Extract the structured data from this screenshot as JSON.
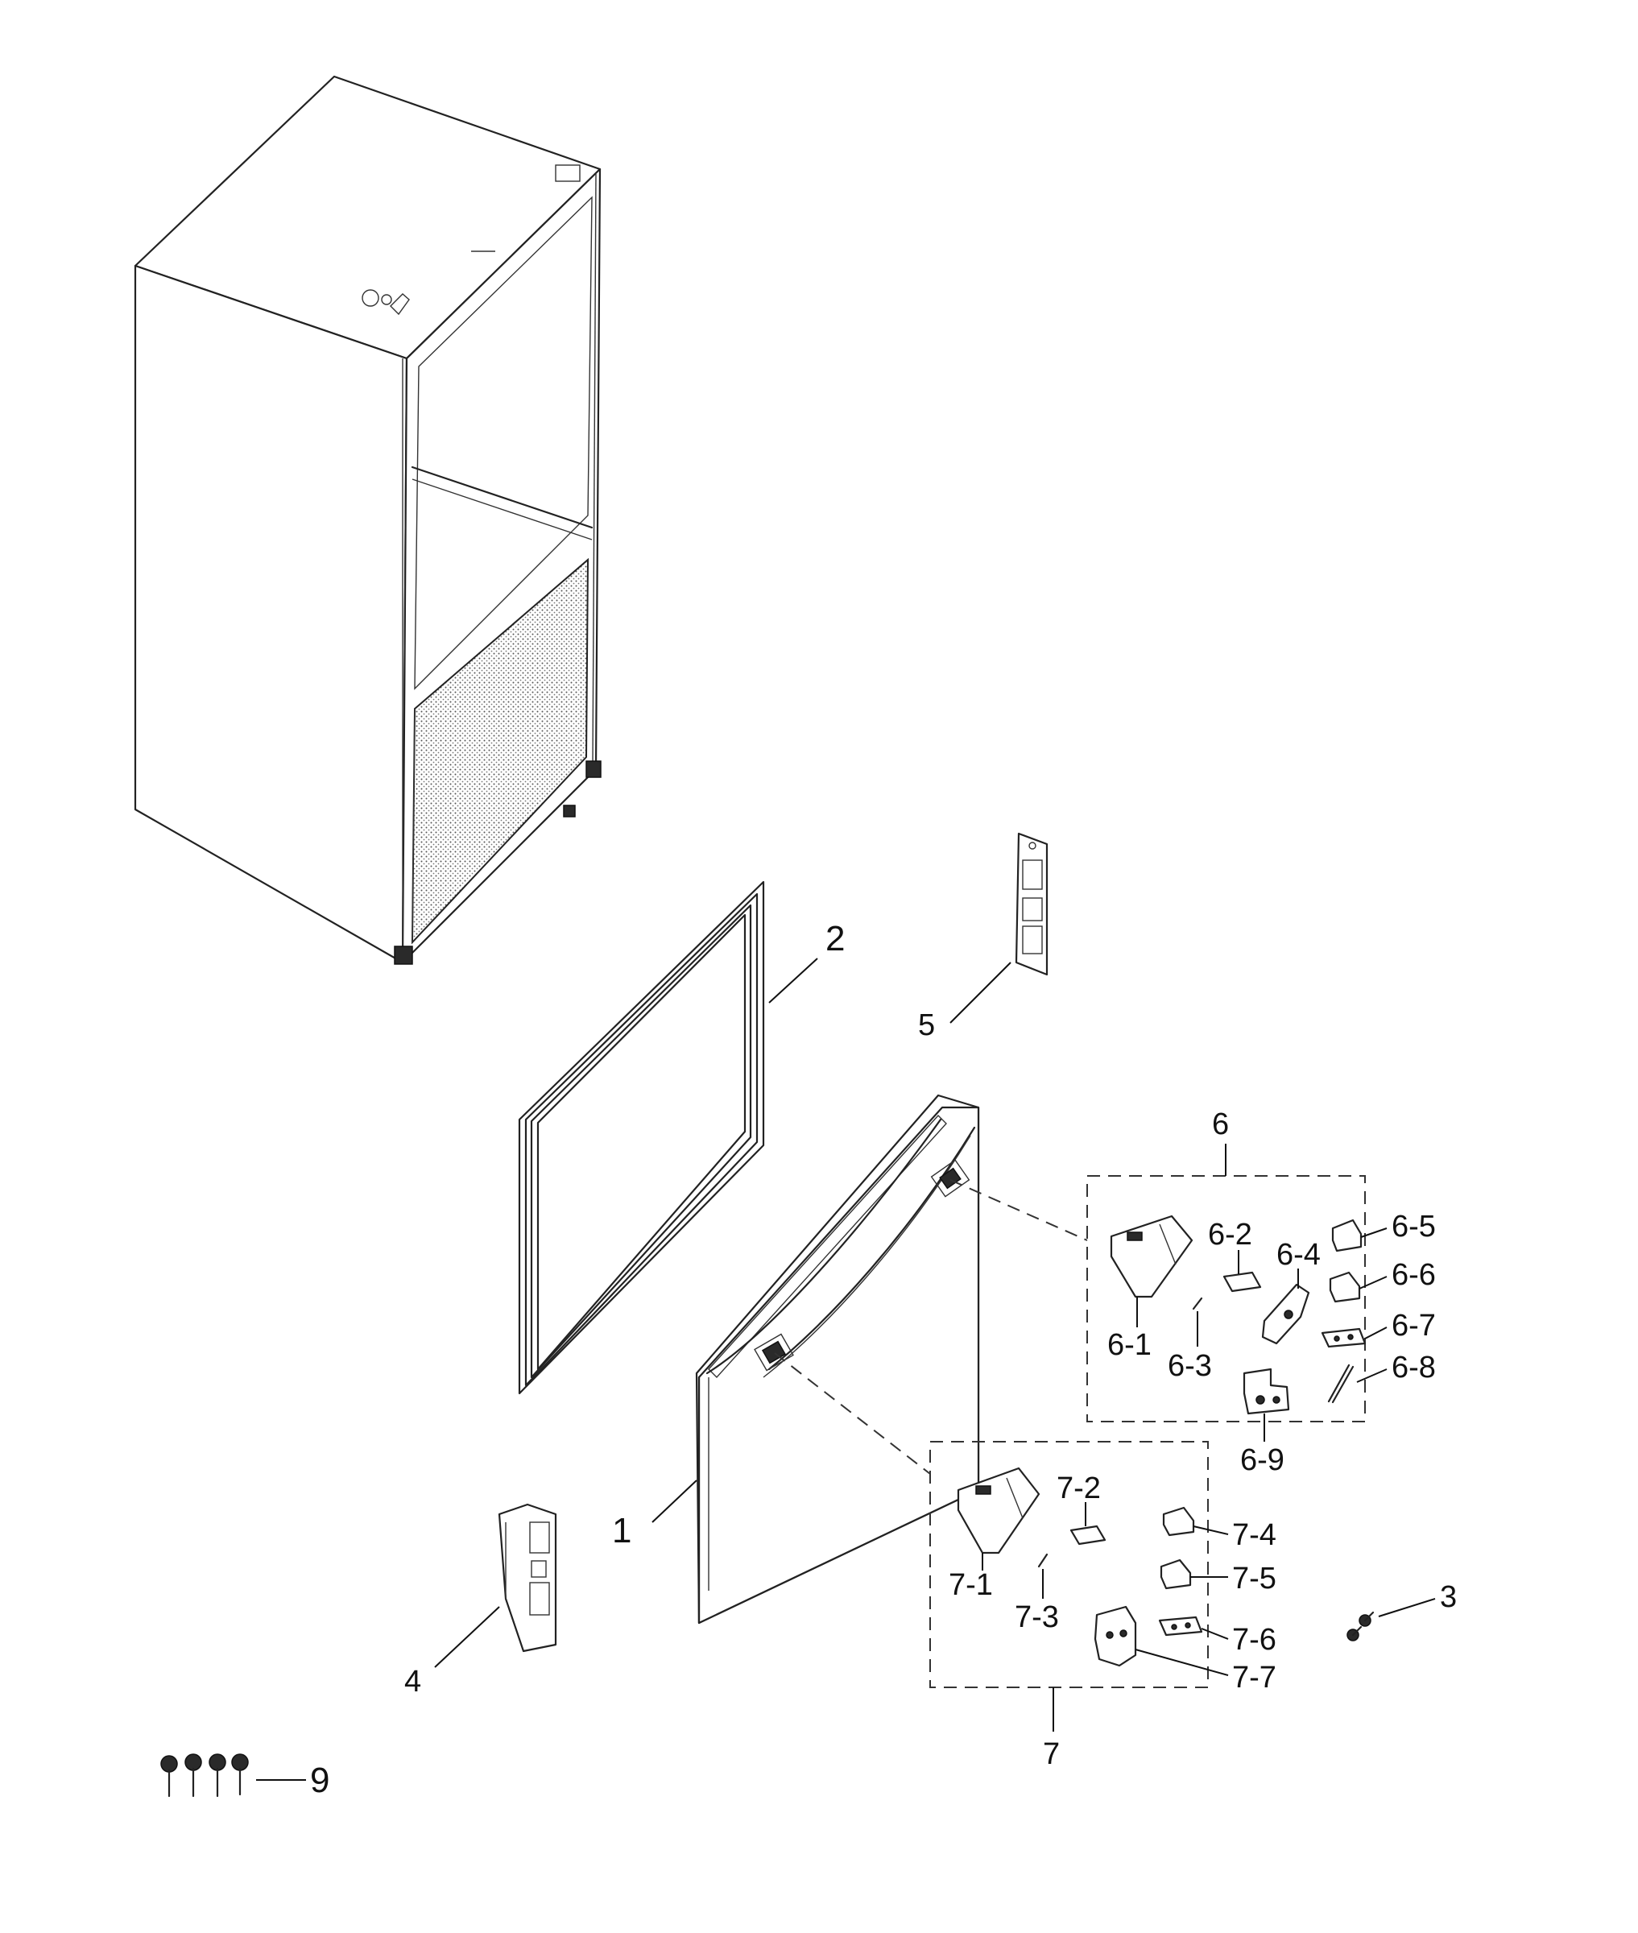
{
  "diagram": {
    "labels": {
      "p1": "1",
      "p2": "2",
      "p3": "3",
      "p4": "4",
      "p5": "5",
      "p6": "6",
      "p6_1": "6-1",
      "p6_2": "6-2",
      "p6_3": "6-3",
      "p6_4": "6-4",
      "p6_5": "6-5",
      "p6_6": "6-6",
      "p6_7": "6-7",
      "p6_8": "6-8",
      "p6_9": "6-9",
      "p7": "7",
      "p7_1": "7-1",
      "p7_2": "7-2",
      "p7_3": "7-3",
      "p7_4": "7-4",
      "p7_5": "7-5",
      "p7_6": "7-6",
      "p7_7": "7-7",
      "p9": "9"
    }
  }
}
